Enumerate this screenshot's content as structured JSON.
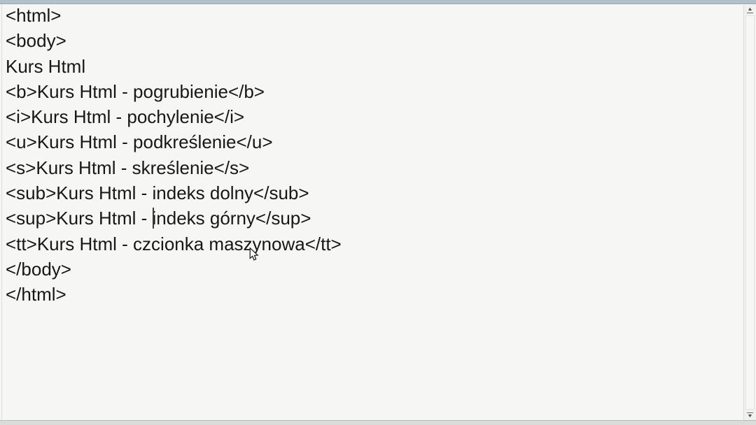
{
  "editor": {
    "lines": [
      "<html>",
      "<body>",
      "Kurs Html",
      "<b>Kurs Html - pogrubienie</b>",
      "<i>Kurs Html - pochylenie</i>",
      "<u>Kurs Html - podkreślenie</u>",
      "<s>Kurs Html - skreślenie</s>",
      "<sub>Kurs Html - indeks dolny</sub>",
      "<sup>Kurs Html - indeks górny</sup>",
      "<tt>Kurs Html - czcionka maszynowa</tt>",
      "</body>",
      "</html>"
    ]
  },
  "scrollbar": {
    "up_arrow_icon": "▲",
    "down_arrow_icon": "▼"
  },
  "colors": {
    "background": "#f6f7f4",
    "text": "#171717",
    "top_strip": "#b2c0cb",
    "top_strip_border": "#93a6b3",
    "scrollbar_track": "#f1f2ef",
    "scrollbar_border": "#d8dad7",
    "bottom_strip": "#d9dcd9",
    "bottom_strip_border": "#b7bbb8"
  }
}
